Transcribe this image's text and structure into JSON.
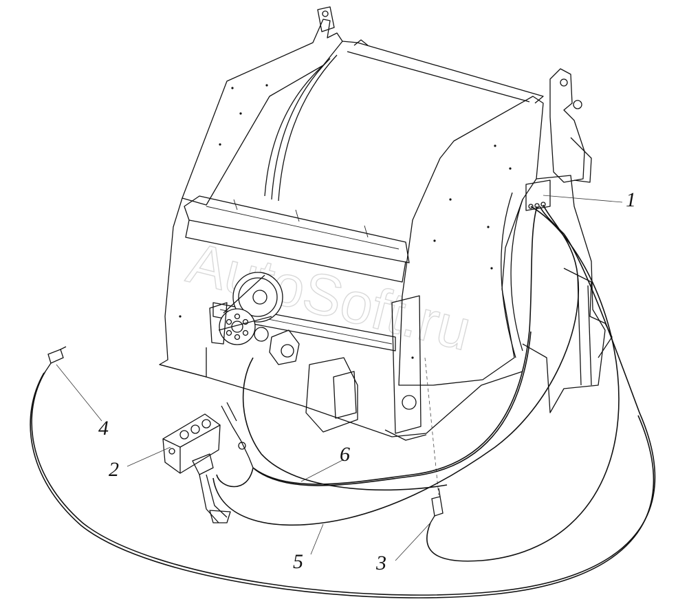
{
  "diagram": {
    "watermark": "AutoSoft.ru",
    "callouts": [
      {
        "id": "1",
        "label": "1"
      },
      {
        "id": "2",
        "label": "2"
      },
      {
        "id": "3",
        "label": "3"
      },
      {
        "id": "4",
        "label": "4"
      },
      {
        "id": "5",
        "label": "5"
      },
      {
        "id": "6",
        "label": "6"
      }
    ]
  }
}
